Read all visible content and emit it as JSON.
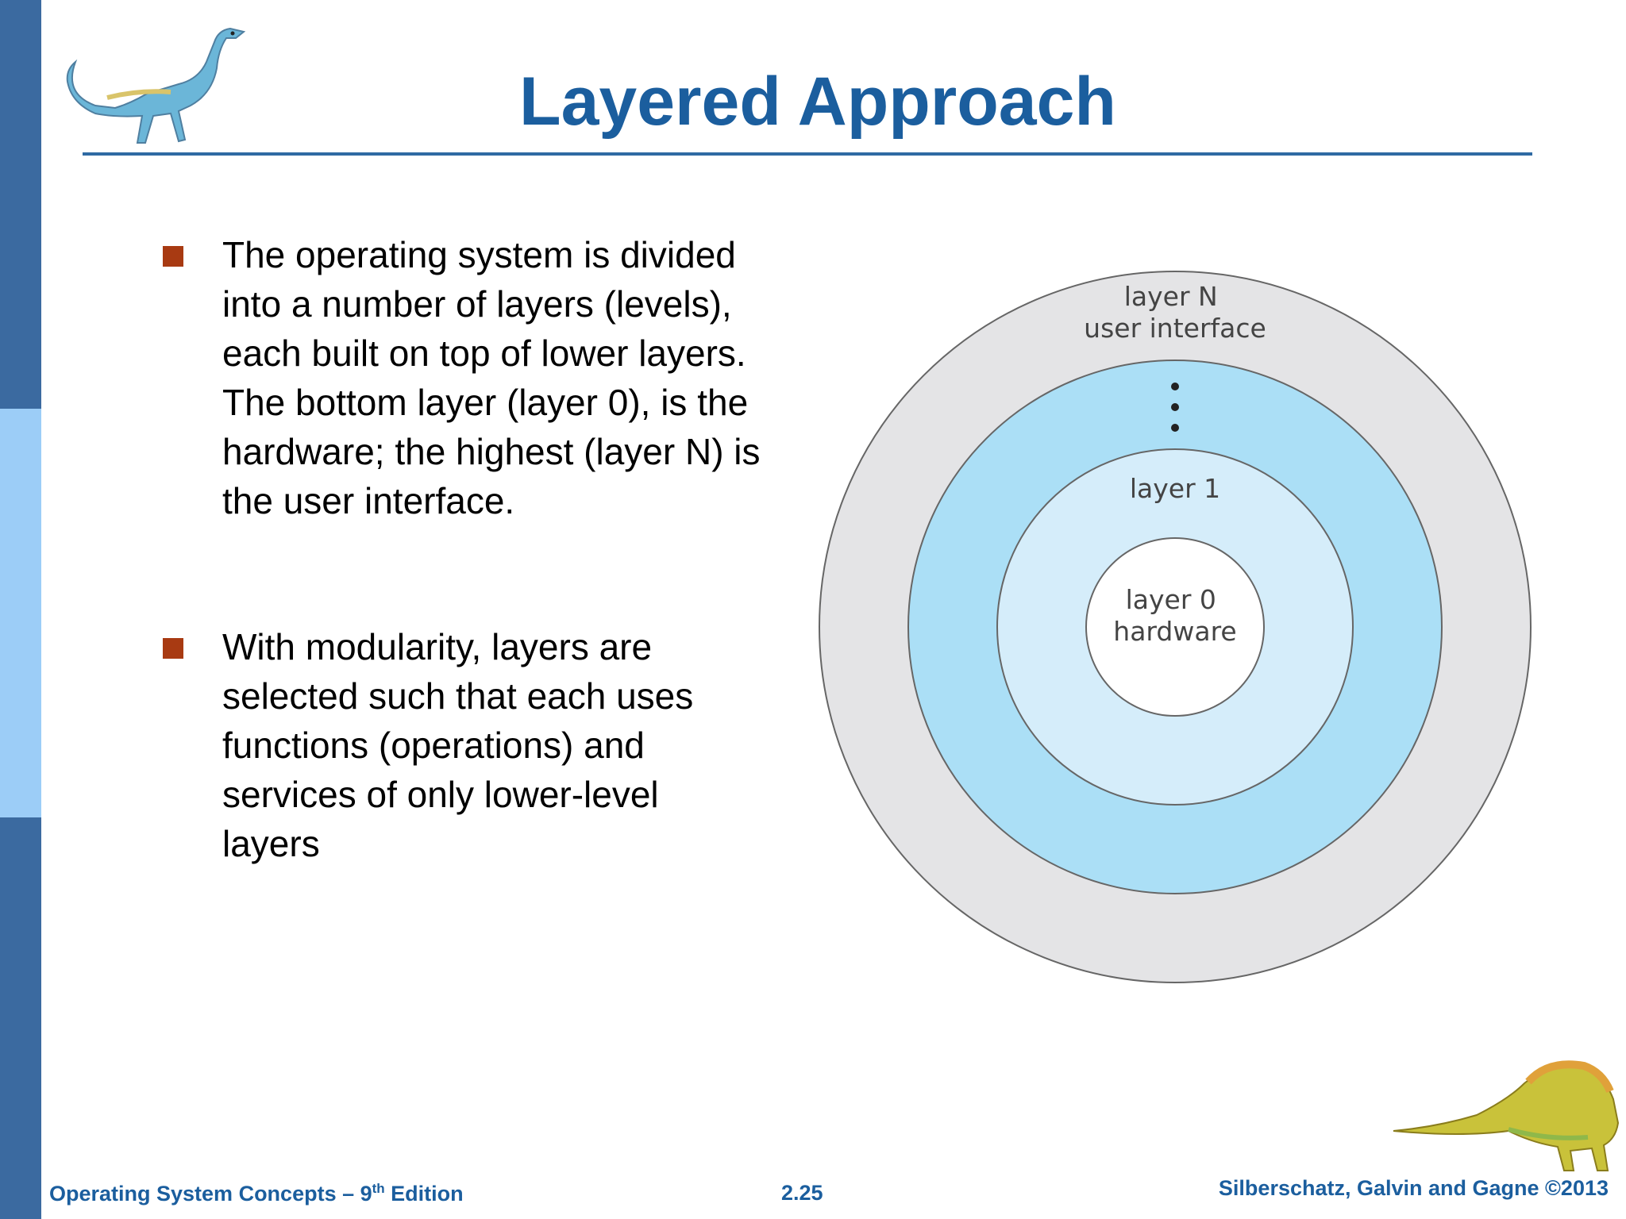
{
  "slide": {
    "title": "Layered Approach",
    "bullets": [
      "The operating system is divided into a number of layers (levels), each built on top of lower layers. The bottom layer (layer 0), is the hardware; the highest (layer N) is the user interface.",
      "With modularity, layers are selected such that each uses functions (operations) and services of only lower-level layers"
    ]
  },
  "diagram": {
    "rings": [
      {
        "lines": [
          "layer N",
          "user interface"
        ]
      },
      {
        "lines": []
      },
      {
        "lines": [
          "layer 1"
        ]
      },
      {
        "lines": [
          "layer 0",
          "hardware"
        ]
      }
    ],
    "ellipsis": "⋮"
  },
  "footer": {
    "book": "Operating System Concepts – 9",
    "book_sup": "th",
    "book_suffix": " Edition",
    "page": "2.25",
    "copyright": "Silberschatz, Galvin and Gagne ©2013"
  },
  "colors": {
    "title": "#1b5e9e",
    "rule": "#2f6aa3",
    "bullet": "#a83a12",
    "footer": "#1b5e9e",
    "sidebar_dark": "#3b6aa0",
    "sidebar_light": "#9ccdf7",
    "ring_outer": "#e4e4e6",
    "ring_2": "#abdff6",
    "ring_3": "#d5edfa",
    "ring_core": "#ffffff",
    "ring_stroke": "#666666"
  }
}
